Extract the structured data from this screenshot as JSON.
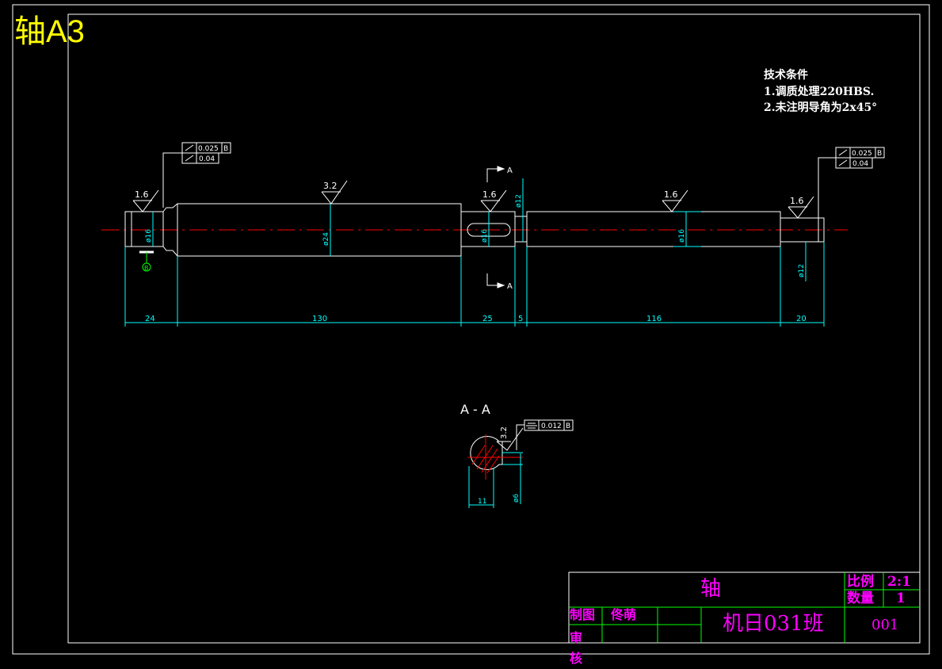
{
  "sheet_title": "轴A3",
  "technical_notes": {
    "heading": "技术条件",
    "items": [
      "1.调质处理220HBS.",
      "2.未注明导角为2x45°"
    ]
  },
  "main_view": {
    "roughness": [
      "1.6",
      "3.2",
      "1.6",
      "1.6",
      "1.6"
    ],
    "runout_left": {
      "value": "0.025",
      "datum": "B",
      "cyl": "0.04"
    },
    "runout_right": {
      "value": "0.025",
      "datum": "B",
      "cyl": "0.04"
    },
    "datum_label": "B",
    "section_marks": [
      "A",
      "A"
    ],
    "diameters": [
      "ø16",
      "ø24",
      "ø16",
      "ø12",
      "ø16",
      "ø12"
    ],
    "lengths": [
      "24",
      "130",
      "25",
      "5",
      "116",
      "20"
    ]
  },
  "section_view": {
    "title": "A - A",
    "roughness": "3.2",
    "symmetry": {
      "value": "0.012",
      "datum": "B"
    },
    "dim_width": "11",
    "dim_key": "ø6"
  },
  "title_block": {
    "part_name": "轴",
    "scale_label": "比例",
    "scale_value": "2:1",
    "qty_label": "数量",
    "qty_value": "1",
    "drawn_label": "制图",
    "drawn_name": "佟萌",
    "check_label": "审核",
    "class_name": "机日031班",
    "drawing_no": "001"
  },
  "colors": {
    "frame": "#ffffff",
    "dimension": "#00ffff",
    "centerline": "#ff0000",
    "title_text": "#ff00ff",
    "title_grid": "#00ff00",
    "sheet_title": "#ffff00"
  }
}
